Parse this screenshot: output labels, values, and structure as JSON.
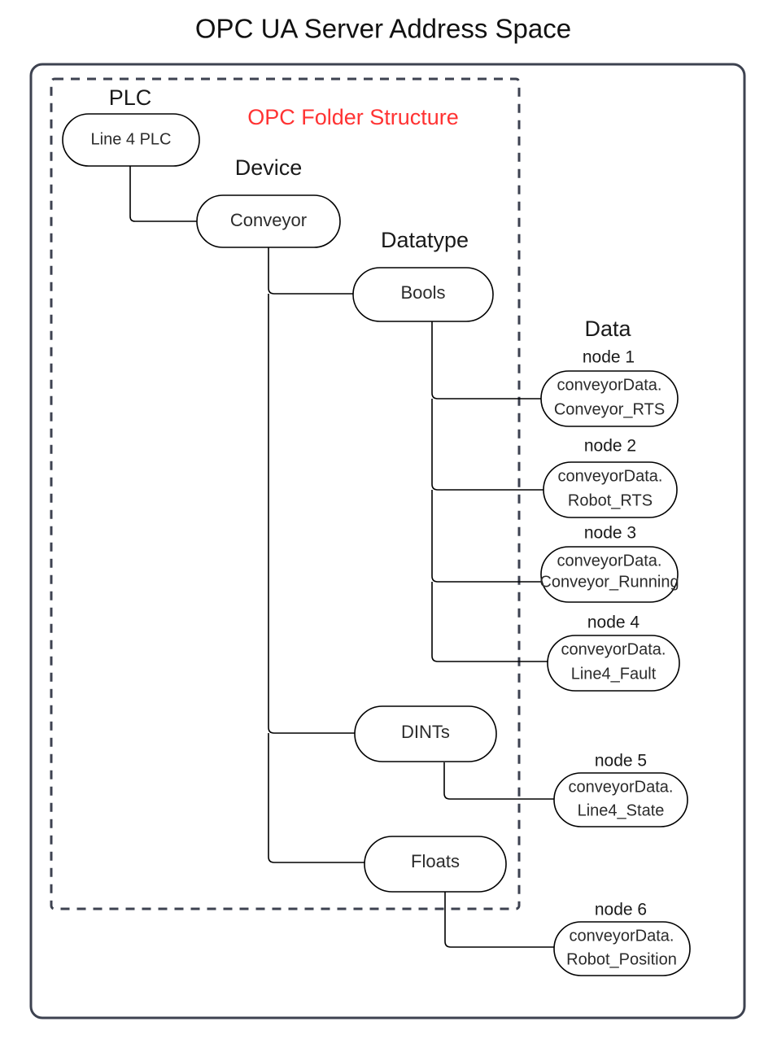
{
  "diagram": {
    "title": "OPC UA Server Address Space",
    "annotation": "OPC Folder Structure",
    "annotation_color": "#ff3333",
    "frame_border_color": "#3d4250",
    "node_border_color": "#000000",
    "background": "#ffffff",
    "group_labels": {
      "plc": "PLC",
      "device": "Device",
      "datatype": "Datatype",
      "data": "Data"
    },
    "folder_nodes": [
      {
        "id": "plc-node",
        "label": "Line 4 PLC"
      },
      {
        "id": "device-node",
        "label": "Conveyor"
      },
      {
        "id": "bools-node",
        "label": "Bools"
      },
      {
        "id": "dints-node",
        "label": "DINTs"
      },
      {
        "id": "floats-node",
        "label": "Floats"
      }
    ],
    "data_nodes": [
      {
        "caption": "node 1",
        "line1": "conveyorData.",
        "line2": "Conveyor_RTS"
      },
      {
        "caption": "node 2",
        "line1": "conveyorData.",
        "line2": "Robot_RTS"
      },
      {
        "caption": "node 3",
        "line1": "conveyorData.",
        "line2": "Conveyor_Running"
      },
      {
        "caption": "node 4",
        "line1": "conveyorData.",
        "line2": "Line4_Fault"
      },
      {
        "caption": "node 5",
        "line1": "conveyorData.",
        "line2": "Line4_State"
      },
      {
        "caption": "node 6",
        "line1": "conveyorData.",
        "line2": "Robot_Position"
      }
    ]
  }
}
